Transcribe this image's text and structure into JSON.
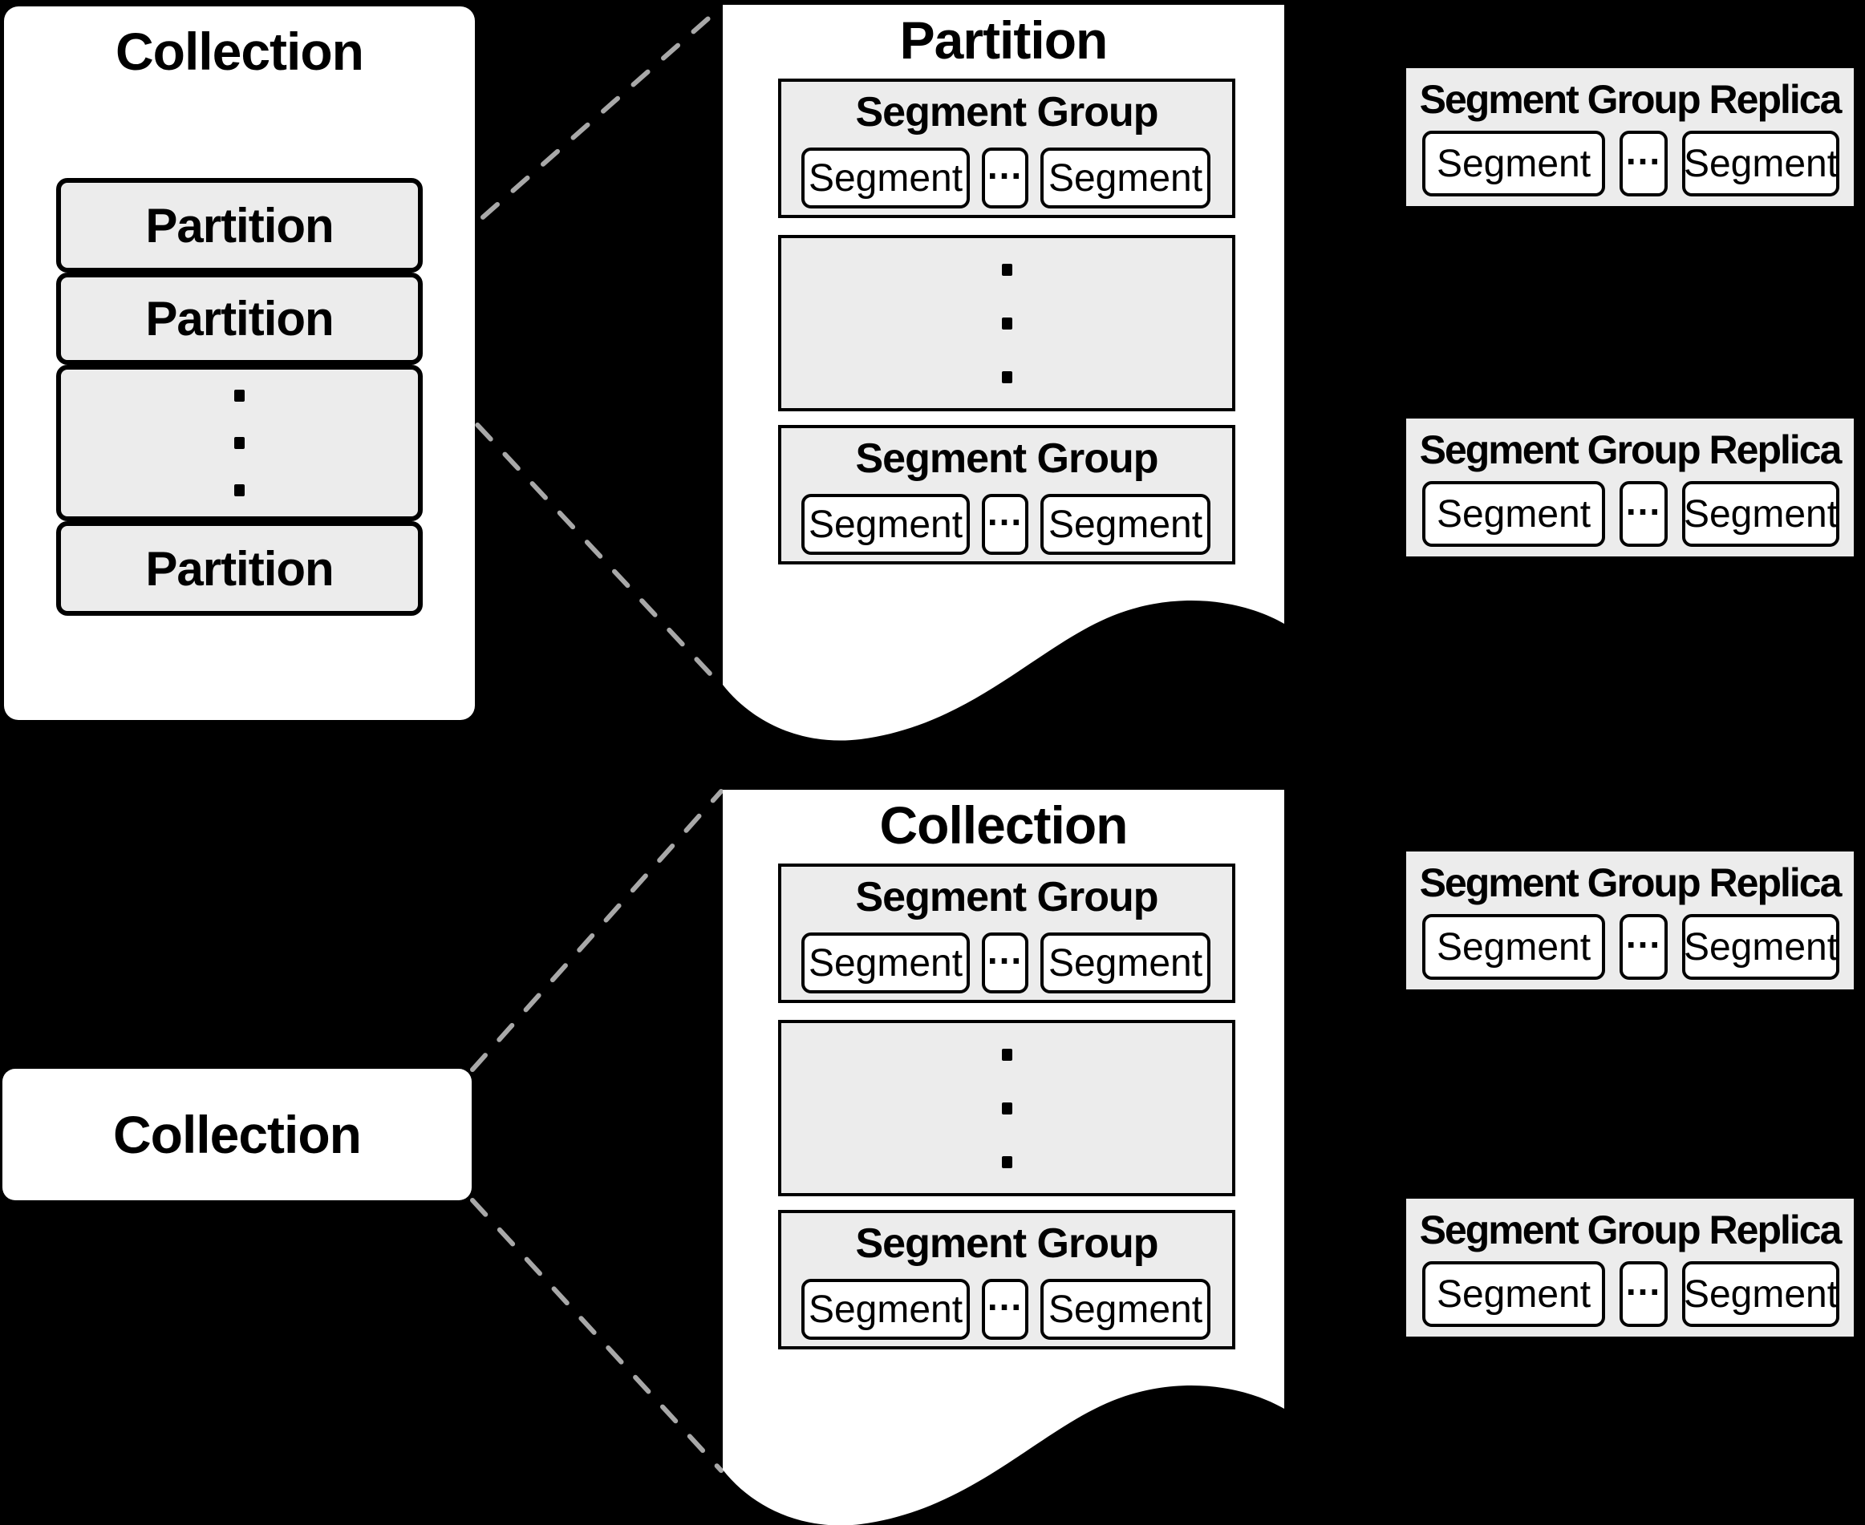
{
  "colors": {
    "background": "#000000",
    "panel_fill": "#ffffff",
    "box_fill": "#ececec",
    "border": "#000000",
    "connector": "#a8a8a8"
  },
  "collection_panel": {
    "title": "Collection",
    "partitions": [
      {
        "label": "Partition"
      },
      {
        "label": "Partition"
      },
      {
        "label": "Partition"
      }
    ],
    "vertical_ellipsis": "⋮"
  },
  "partition_document": {
    "title": "Partition",
    "segment_groups": [
      {
        "title": "Segment Group",
        "segments": [
          "Segment",
          "...",
          "Segment"
        ]
      },
      {
        "title": "Segment Group",
        "segments": [
          "Segment",
          "...",
          "Segment"
        ]
      }
    ],
    "vertical_ellipsis": "⋮"
  },
  "collection_node": {
    "label": "Collection"
  },
  "collection_document": {
    "title": "Collection",
    "segment_groups": [
      {
        "title": "Segment Group",
        "segments": [
          "Segment",
          "...",
          "Segment"
        ]
      },
      {
        "title": "Segment Group",
        "segments": [
          "Segment",
          "...",
          "Segment"
        ]
      }
    ],
    "vertical_ellipsis": "⋮"
  },
  "replicas": [
    {
      "title": "Segment Group Replica",
      "segments": [
        "Segment",
        "...",
        "Segment"
      ]
    },
    {
      "title": "Segment Group Replica",
      "segments": [
        "Segment",
        "...",
        "Segment"
      ]
    },
    {
      "title": "Segment Group Replica",
      "segments": [
        "Segment",
        "...",
        "Segment"
      ]
    },
    {
      "title": "Segment Group Replica",
      "segments": [
        "Segment",
        "...",
        "Segment"
      ]
    }
  ]
}
